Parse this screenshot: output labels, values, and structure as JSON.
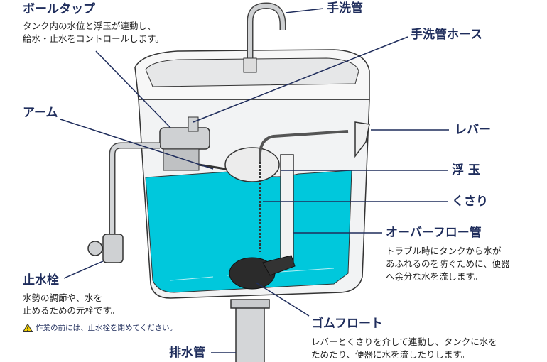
{
  "labels": {
    "ball_tap": {
      "title": "ボールタップ",
      "desc": [
        "タンク内の水位と浮玉が連動し、",
        "給水・止水をコントロールします。"
      ]
    },
    "hand_wash_pipe": {
      "title": "手洗管"
    },
    "hand_wash_hose": {
      "title": "手洗管ホース"
    },
    "arm": {
      "title": "アーム"
    },
    "lever": {
      "title": "レバー"
    },
    "float_ball": {
      "title": "浮 玉"
    },
    "chain": {
      "title": "くさり"
    },
    "overflow_pipe": {
      "title": "オーバーフロー管",
      "desc": [
        "トラブル時にタンクから水が",
        "あふれるのを防ぐために、便器",
        "へ余分な水を流します。"
      ]
    },
    "stop_valve": {
      "title": "止水栓",
      "desc": [
        "水勢の調節や、水を",
        "止めるための元栓です。"
      ],
      "warning": "作業の前には、止水栓を閉めてください。"
    },
    "rubber_float": {
      "title": "ゴムフロート",
      "desc": [
        "レバーとくさりを介して連動し、タンクに水を",
        "ためたり、便器に水を流したりします。"
      ]
    },
    "drain_pipe": {
      "title": "排水管"
    }
  },
  "colors": {
    "navy": "#1f2d5c",
    "water": "#00c8dc",
    "warning": "#f5d200"
  }
}
